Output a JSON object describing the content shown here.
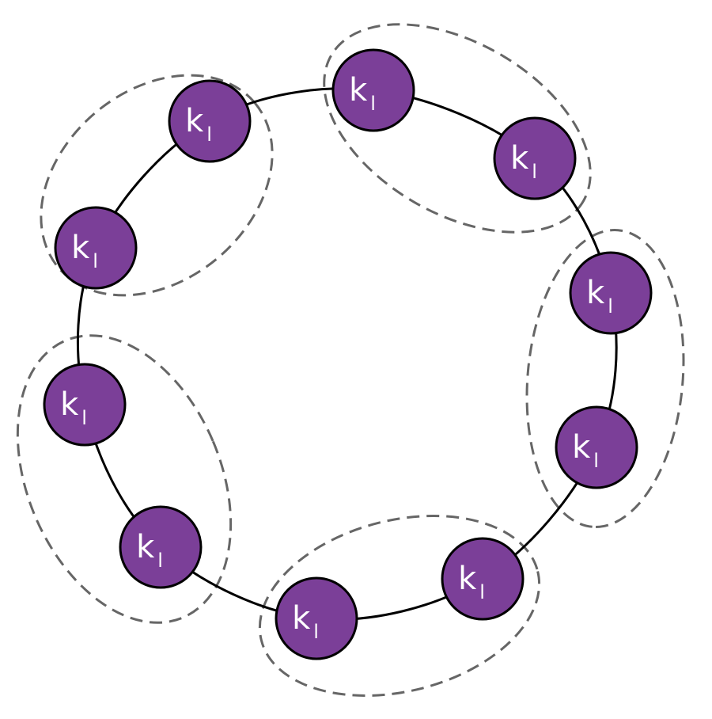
{
  "diagram": {
    "node_label": {
      "main": "k",
      "sub": "l"
    },
    "node_count": 10,
    "group_count": 5,
    "colors": {
      "node_fill": "#7b3f98",
      "node_stroke": "#000000",
      "edge": "#000000",
      "group_outline": "#666666",
      "background": "#ffffff"
    }
  }
}
